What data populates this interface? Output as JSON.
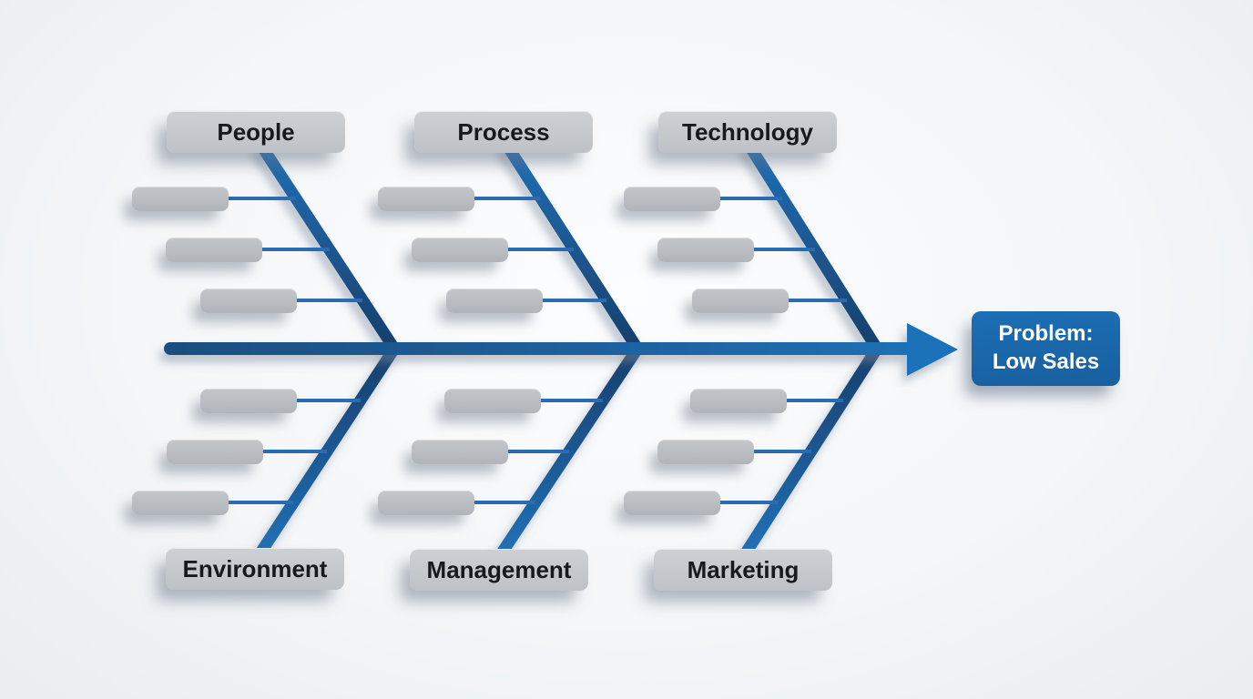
{
  "diagram": {
    "type": "fishbone",
    "problem": {
      "line1": "Problem:",
      "line2": "Low Sales"
    },
    "categories": [
      {
        "id": "people",
        "label": "People",
        "side": "top",
        "blank_causes": 3
      },
      {
        "id": "process",
        "label": "Process",
        "side": "top",
        "blank_causes": 3
      },
      {
        "id": "technology",
        "label": "Technology",
        "side": "top",
        "blank_causes": 3
      },
      {
        "id": "environment",
        "label": "Environment",
        "side": "bottom",
        "blank_causes": 3
      },
      {
        "id": "management",
        "label": "Management",
        "side": "bottom",
        "blank_causes": 3
      },
      {
        "id": "marketing",
        "label": "Marketing",
        "side": "bottom",
        "blank_causes": 3
      }
    ],
    "colors": {
      "spine_dark": "#1a4d80",
      "spine_bright": "#1e72b8",
      "bone_bright": "#2170b6",
      "bone_dark": "#173f6d",
      "connector": "#2a6cb4",
      "category_box": "#c4c8cc",
      "cause_box": "#b8bcc0",
      "problem_box": "#1b67ac",
      "problem_text": "#ffffff",
      "label_text": "#17191c"
    }
  }
}
